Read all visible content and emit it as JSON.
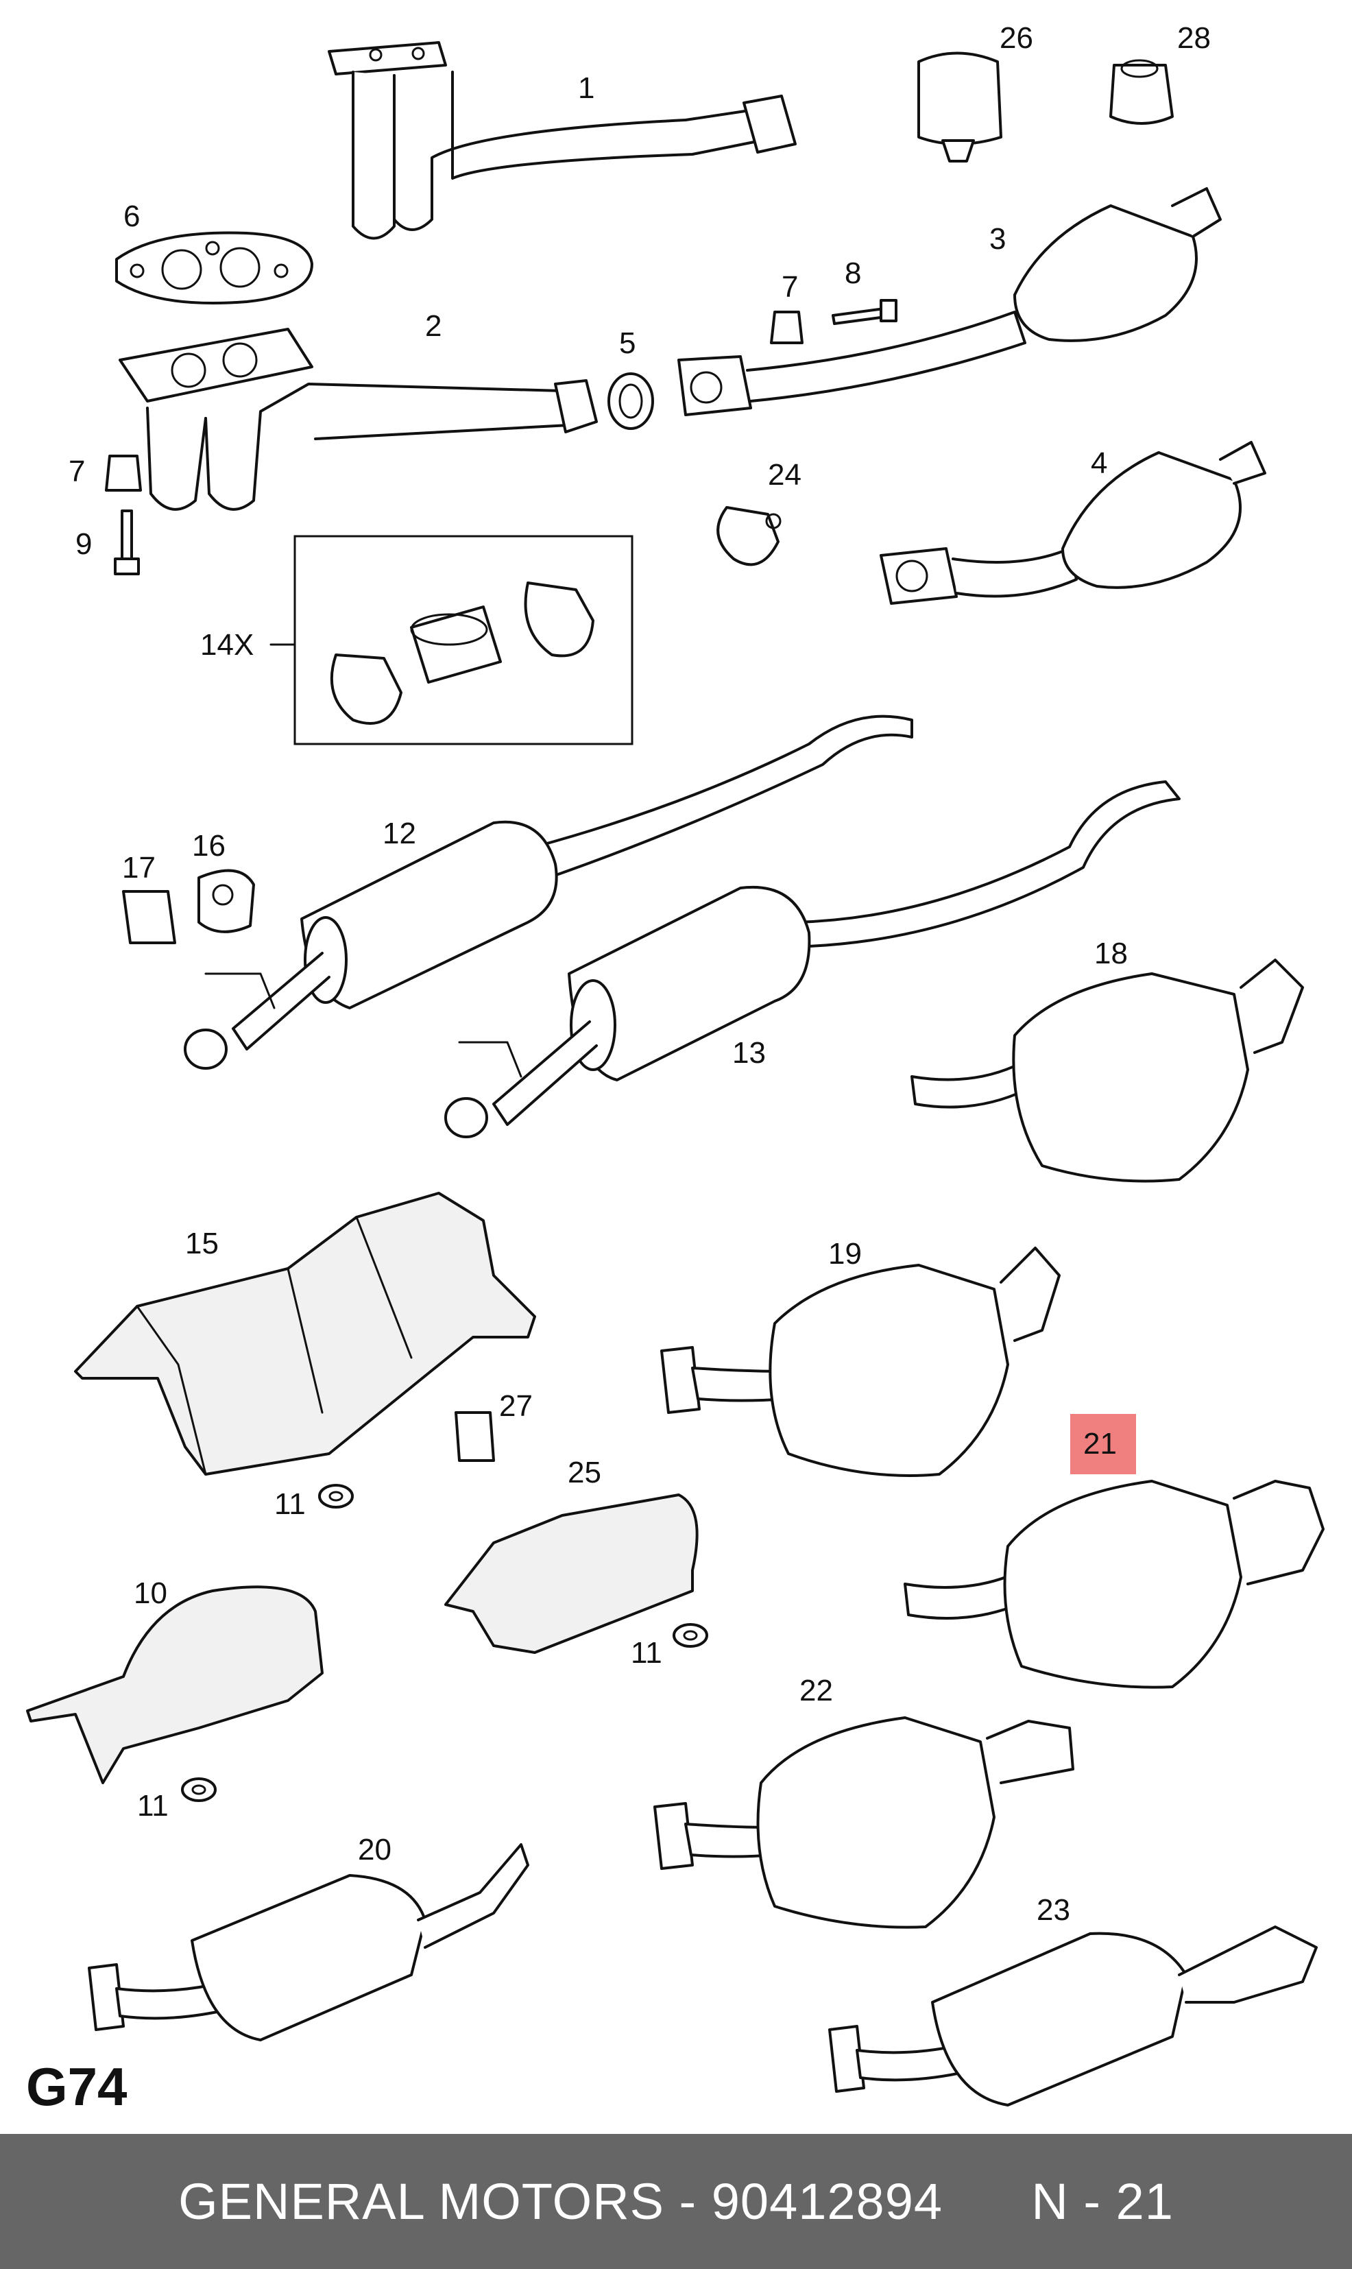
{
  "diagram": {
    "page_code": "G74",
    "highlight_color": "#f08080",
    "labels": {
      "p1": "1",
      "p2": "2",
      "p3": "3",
      "p4": "4",
      "p5": "5",
      "p6": "6",
      "p7a": "7",
      "p7b": "7",
      "p8": "8",
      "p9": "9",
      "p10": "10",
      "p11a": "11",
      "p11b": "11",
      "p11c": "11",
      "p12": "12",
      "p13": "13",
      "p14": "14X",
      "p15": "15",
      "p16": "16",
      "p17": "17",
      "p18": "18",
      "p19": "19",
      "p20": "20",
      "p21": "21",
      "p22": "22",
      "p23": "23",
      "p24": "24",
      "p25": "25",
      "p26": "26",
      "p27": "27",
      "p28": "28"
    }
  },
  "footer": {
    "brand": "GENERAL MOTORS",
    "separator": " - ",
    "part_number": "90412894",
    "ref": "N - 21",
    "background": "#666666"
  }
}
